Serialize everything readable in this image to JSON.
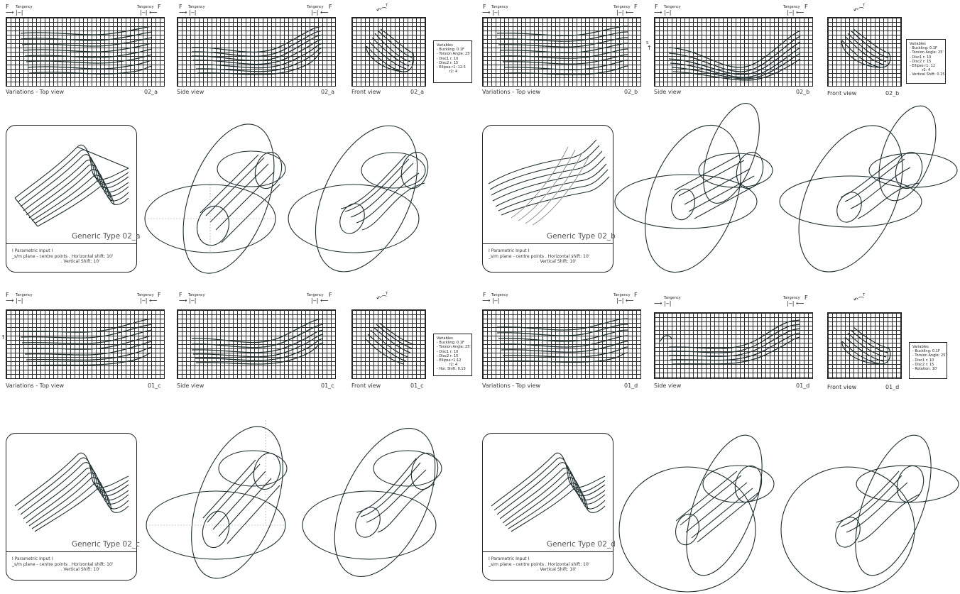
{
  "labels": {
    "force": "F",
    "tangency": "Tangency",
    "torsion": "T",
    "vars_title": "Variables"
  },
  "panels": [
    {
      "id": "02_a",
      "captions": {
        "top": "Variations - Top view",
        "side": "Side view",
        "front": "Front view"
      },
      "code": "02_a",
      "variables": "- Buckling: 0.1F\n- Torsion Angle: 25'\n- Disc1 r: 10\n- Disc2 r: 15\n- Ellipse r1: 12.5\n           r2: 4",
      "card_type": "Generic Type 02_a",
      "param_lines": "I Parametric Input I\n_s/m plane - centre points . Horizontal shift: 10'\n                                    . Vertical Shift: 10'"
    },
    {
      "id": "02_b",
      "captions": {
        "top": "Variations - Top view",
        "side": "Side view",
        "front": "Front view"
      },
      "code": "02_b",
      "side_mark": "S",
      "variables": "- Buckling: 0.1F\n- Torsion Angle: 25'\n- Disc1 r: 10\n- Disc2 r: 15\n- Ellipse r1: 12\n           r2: 4\n- Vertical Shift: 0.15",
      "card_type": "Generic Type 02_b",
      "param_lines": "I Parametric Input I\n_s/m plane - centre points . Horizontal shift: 10'\n                                    . Vertical Shift: 10'"
    },
    {
      "id": "01_c",
      "captions": {
        "top": "Variations - Top view",
        "side": "Side view",
        "front": "Front view"
      },
      "code": "01_c",
      "variables": "- Buckling: 0.1F\n- Torsion Angle: 25'\n- Disc1 r: 10\n- Disc2 r: 15\n- Ellipse r1:12\n           r2: 4\n- Hor. Shift: 0.15",
      "card_type": "Generic Type 02_c",
      "param_lines": "I Parametric Input I\n_s/m plane - centre points . Horizontal shift: 10'\n                                    . Vertical Shift: 10'"
    },
    {
      "id": "01_d",
      "captions": {
        "top": "Variations - Top view",
        "side": "Side view",
        "front": "Front view"
      },
      "code": "01_d",
      "variables": "- Buckling: 0.1F\n- Torsion Angle: 25'\n- Disc1 r: 10\n- Disc2 r: 15\n- Rotation: 10'",
      "card_type": "Generic Type 02_d",
      "param_lines": "I Parametric Input I\n_s/m plane - centre points . Horizontal shift: 10'\n                                    . Vertical Shift: 10'"
    }
  ]
}
